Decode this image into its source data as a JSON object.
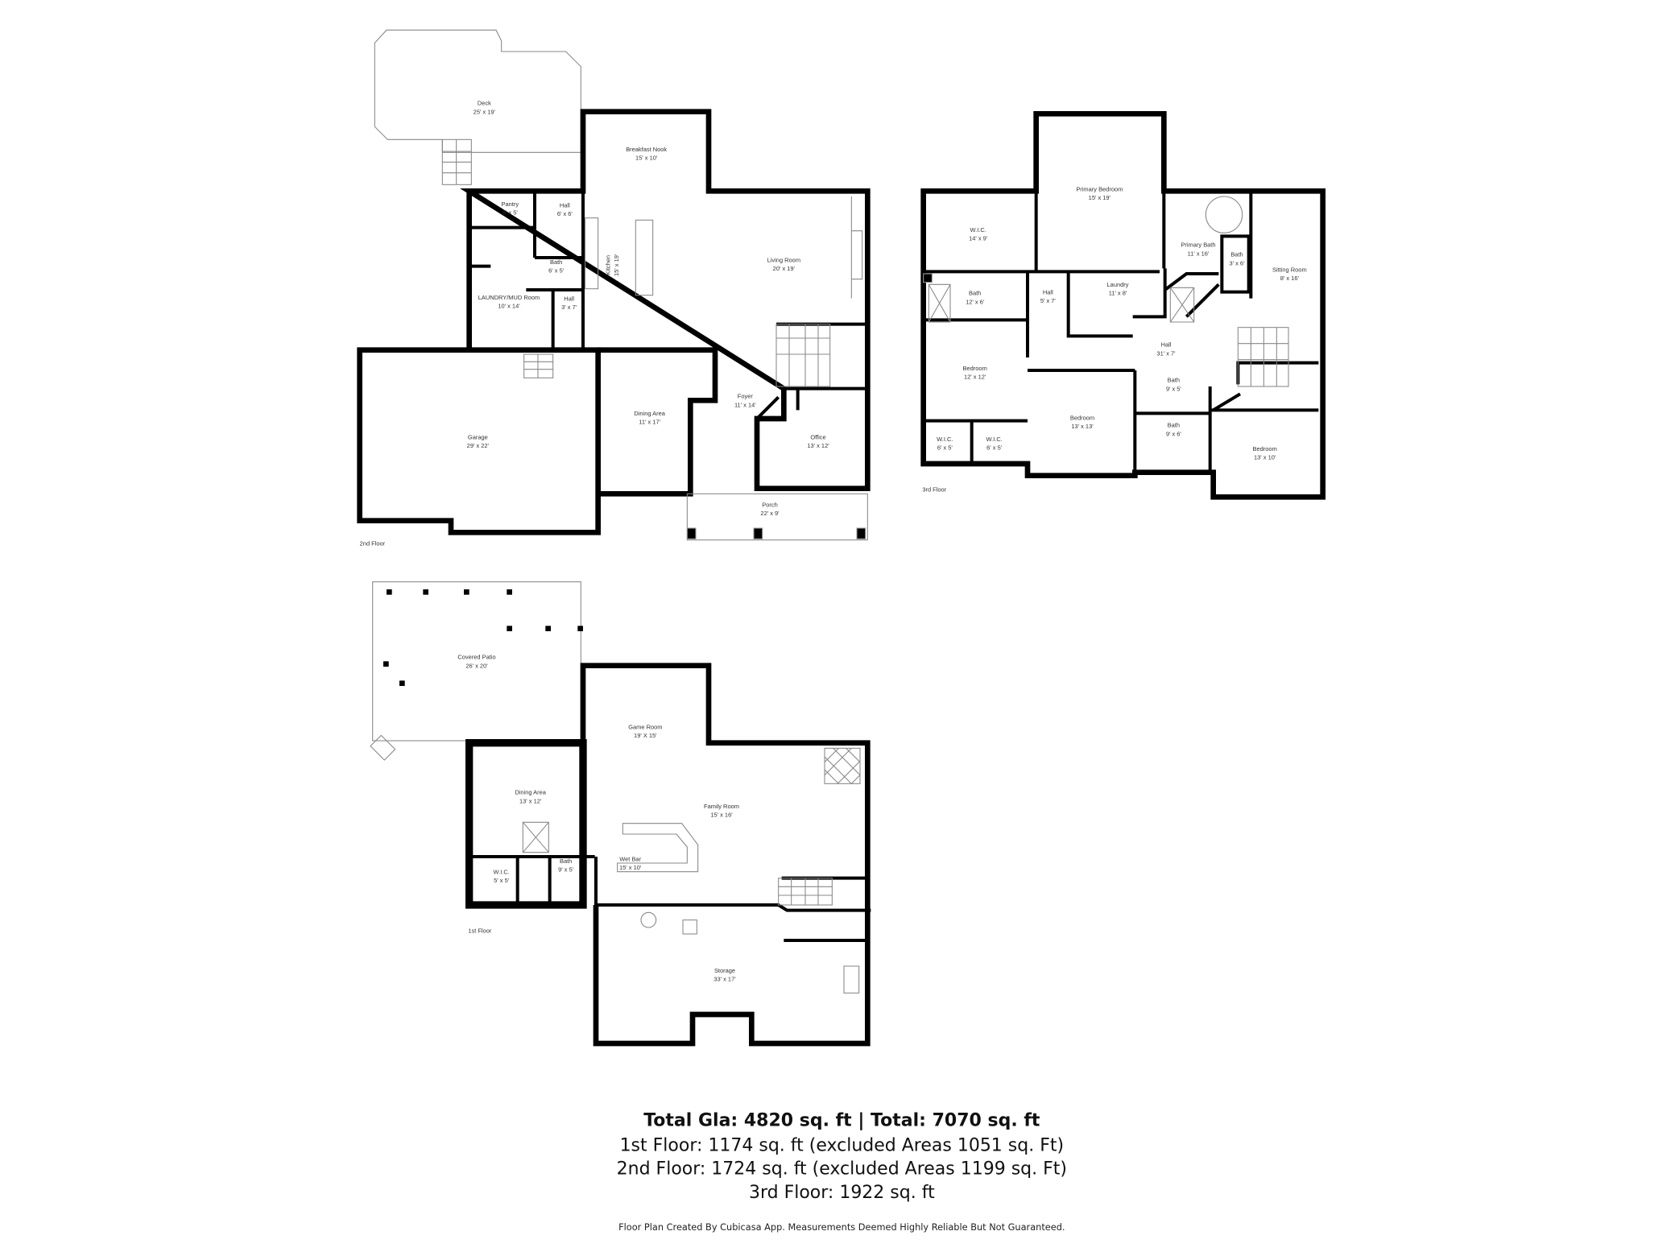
{
  "floors": {
    "second": {
      "label": "2nd Floor",
      "rooms": [
        {
          "name": "Deck",
          "dims": "25' x 19'"
        },
        {
          "name": "Breakfast Nook",
          "dims": "15' x 10'"
        },
        {
          "name": "Pantry",
          "dims": "8' x 5'"
        },
        {
          "name": "Hall",
          "dims": "6' x 6'"
        },
        {
          "name": "Kitchen",
          "dims": "15' x 19'"
        },
        {
          "name": "Bath",
          "dims": "6' x 5'"
        },
        {
          "name": "Living Room",
          "dims": "20' x 19'"
        },
        {
          "name": "LAUNDRY/MUD Room",
          "dims": "10' x 14'"
        },
        {
          "name": "Hall",
          "dims": "3' x 7'"
        },
        {
          "name": "Dining Area",
          "dims": "11' x 17'"
        },
        {
          "name": "Foyer",
          "dims": "11' x 14'"
        },
        {
          "name": "Office",
          "dims": "13' x 12'"
        },
        {
          "name": "Garage",
          "dims": "29' x 22'"
        },
        {
          "name": "Porch",
          "dims": "22' x 9'"
        }
      ]
    },
    "third": {
      "label": "3rd Floor",
      "rooms": [
        {
          "name": "W.I.C.",
          "dims": "14' x 9'"
        },
        {
          "name": "Primary Bedroom",
          "dims": "15' x 19'"
        },
        {
          "name": "Primary Bath",
          "dims": "11' x 16'"
        },
        {
          "name": "Bath",
          "dims": "3' x 6'"
        },
        {
          "name": "Sitting Room",
          "dims": "8' x 16'"
        },
        {
          "name": "Bath",
          "dims": "12' x 6'"
        },
        {
          "name": "Hall",
          "dims": "5' x 7'"
        },
        {
          "name": "Laundry",
          "dims": "11' x 8'"
        },
        {
          "name": "Hall",
          "dims": "31' x 7'"
        },
        {
          "name": "Bedroom",
          "dims": "12' x 12'"
        },
        {
          "name": "Bath",
          "dims": "9' x 5'"
        },
        {
          "name": "Bedroom",
          "dims": "13' x 13'"
        },
        {
          "name": "Bath",
          "dims": "9' x 6'"
        },
        {
          "name": "Bedroom",
          "dims": "13' x 10'"
        },
        {
          "name": "W.I.C.",
          "dims": "6' x 5'"
        },
        {
          "name": "W.I.C.",
          "dims": "6' x 5'"
        }
      ]
    },
    "first": {
      "label": "1st Floor",
      "rooms": [
        {
          "name": "Covered Patio",
          "dims": "26' x 20'"
        },
        {
          "name": "Game Room",
          "dims": "19' X 15'"
        },
        {
          "name": "Dining Area",
          "dims": "13' x 12'"
        },
        {
          "name": "Family Room",
          "dims": "15' x 16'"
        },
        {
          "name": "Wet Bar",
          "dims": "15' x 10'"
        },
        {
          "name": "W.I.C.",
          "dims": "5' x 5'"
        },
        {
          "name": "Bath",
          "dims": "9' x 5'"
        },
        {
          "name": "Storage",
          "dims": "33' x 17'"
        }
      ]
    }
  },
  "summary": {
    "total": "Total Gla: 4820 sq. ft | Total: 7070 sq. ft",
    "first": "1st Floor: 1174 sq. ft (excluded Areas 1051 sq. Ft)",
    "second": "2nd Floor: 1724 sq. ft (excluded Areas 1199 sq. Ft)",
    "third": "3rd Floor: 1922 sq. ft"
  },
  "footer": "Floor Plan Created By Cubicasa App. Measurements Deemed Highly Reliable But Not Guaranteed."
}
